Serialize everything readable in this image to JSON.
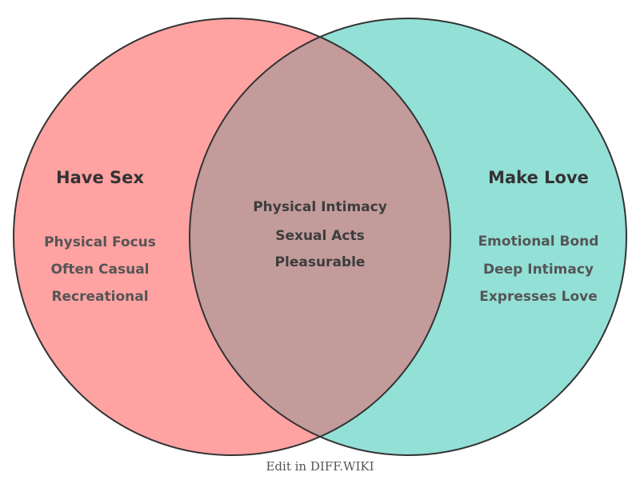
{
  "diagram": {
    "left": {
      "title": "Have Sex",
      "items": [
        "Physical Focus",
        "Often Casual",
        "Recreational"
      ]
    },
    "right": {
      "title": "Make Love",
      "items": [
        "Emotional Bond",
        "Deep Intimacy",
        "Expresses Love"
      ]
    },
    "overlap": {
      "items": [
        "Physical Intimacy",
        "Sexual Acts",
        "Pleasurable"
      ]
    },
    "colors": {
      "left_fill": "#ffa2a2",
      "right_fill": "#93e0d7",
      "overlap_fill": "#c39b9b",
      "outline": "#333333",
      "title_text": "#333333",
      "item_text": "#555555",
      "overlap_text": "#3d3d3d",
      "footer_text": "#555555"
    }
  },
  "footer": {
    "edit_label": "Edit in DIFF.WIKI"
  }
}
